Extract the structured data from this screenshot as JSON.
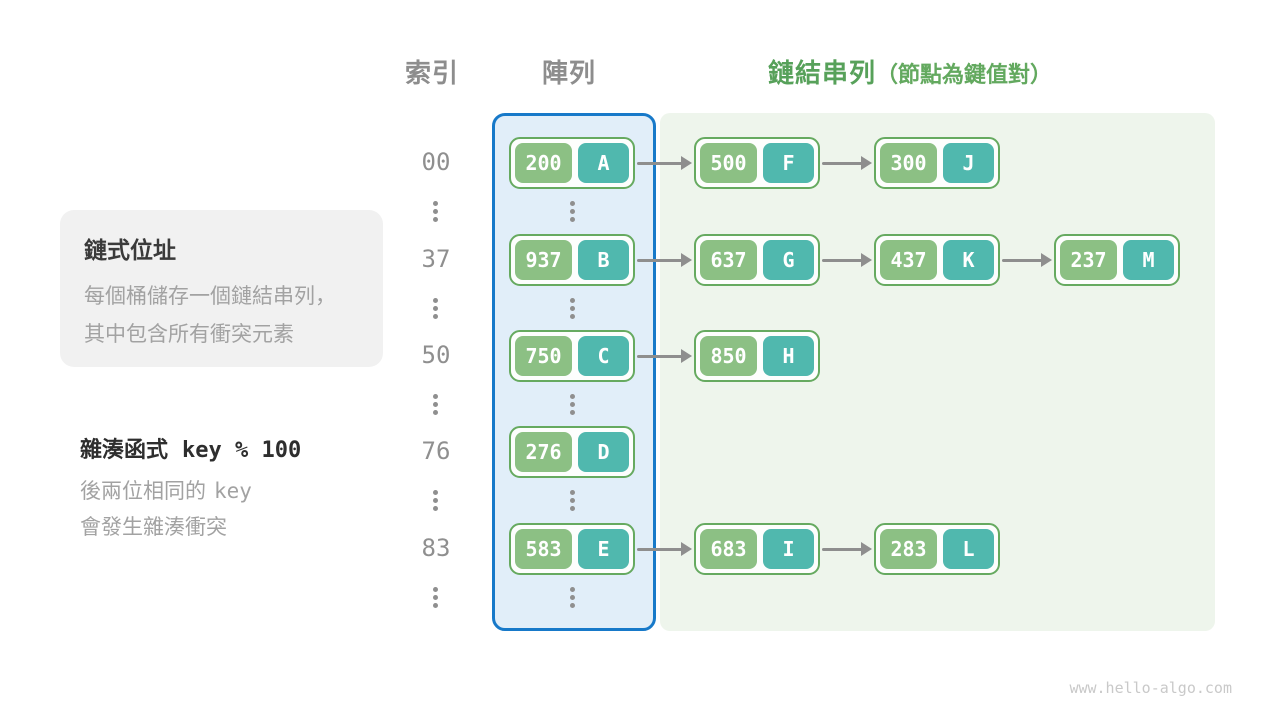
{
  "header": {
    "index_label": "索引",
    "array_label": "陣列",
    "list_label": "鏈結串列",
    "list_note": "（節點為鍵值對）"
  },
  "info_box": {
    "title": "鏈式位址",
    "line1": "每個桶儲存一個鏈結串列，",
    "line2": "其中包含所有衝突元素"
  },
  "hash_note": {
    "title_text": "雜湊函式",
    "title_code": "key % 100",
    "line1_text": "後兩位相同的",
    "line1_code": "key",
    "line2_text": "會發生雜湊衝突"
  },
  "watermark": "www.hello-algo.com",
  "colors": {
    "accent_green": "#57a15a",
    "key_green": "#8cc084",
    "value_teal": "#50b8ae",
    "node_border": "#66aa60",
    "array_border_blue": "#1779c9",
    "array_fill": "#e1eef9",
    "list_fill": "#eef5ec",
    "arrow_gray": "#8e8e8e",
    "text_gray": "#8d8d8d"
  },
  "rows": [
    {
      "index": "00",
      "bucket": {
        "key": "200",
        "value": "A"
      },
      "chain": [
        {
          "key": "500",
          "value": "F"
        },
        {
          "key": "300",
          "value": "J"
        }
      ]
    },
    {
      "index": "37",
      "bucket": {
        "key": "937",
        "value": "B"
      },
      "chain": [
        {
          "key": "637",
          "value": "G"
        },
        {
          "key": "437",
          "value": "K"
        },
        {
          "key": "237",
          "value": "M"
        }
      ]
    },
    {
      "index": "50",
      "bucket": {
        "key": "750",
        "value": "C"
      },
      "chain": [
        {
          "key": "850",
          "value": "H"
        }
      ]
    },
    {
      "index": "76",
      "bucket": {
        "key": "276",
        "value": "D"
      },
      "chain": []
    },
    {
      "index": "83",
      "bucket": {
        "key": "583",
        "value": "E"
      },
      "chain": [
        {
          "key": "683",
          "value": "I"
        },
        {
          "key": "283",
          "value": "L"
        }
      ]
    }
  ]
}
